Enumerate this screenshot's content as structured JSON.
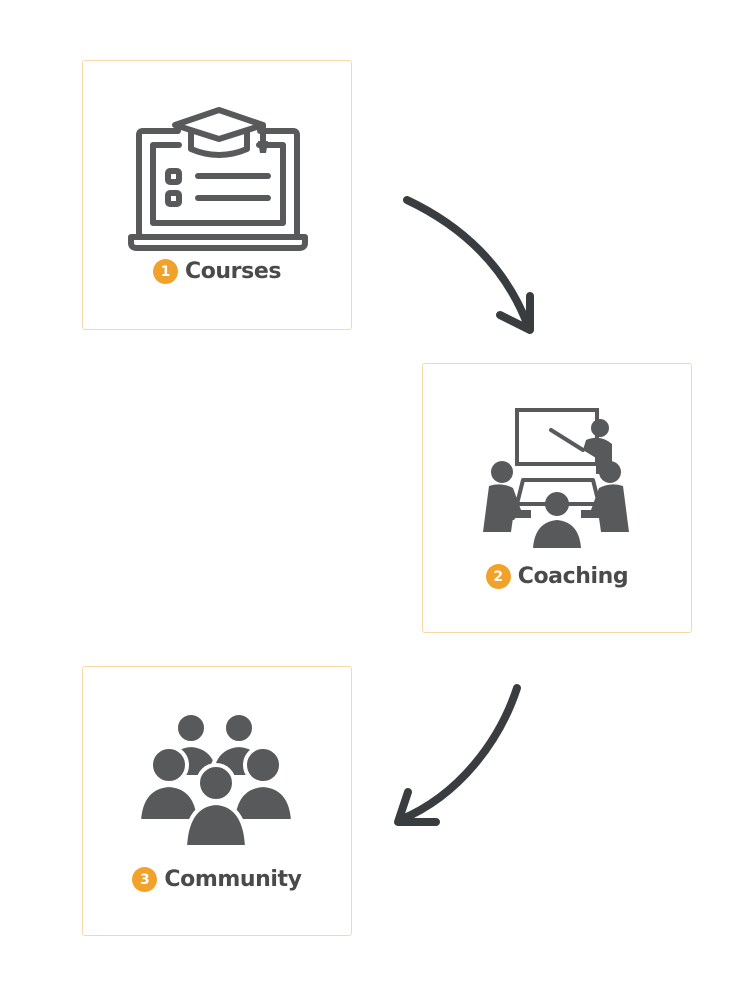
{
  "steps": [
    {
      "number": "1",
      "label": "Courses",
      "icon": "laptop-graduation-cap-icon"
    },
    {
      "number": "2",
      "label": "Coaching",
      "icon": "coaching-presentation-icon"
    },
    {
      "number": "3",
      "label": "Community",
      "icon": "community-group-icon"
    }
  ],
  "colors": {
    "accent": "#f0a22b",
    "icon": "#58595b",
    "card_border": "#f6d9a6",
    "arrow": "#3a3d3f",
    "label_text": "#4a4a4a"
  }
}
